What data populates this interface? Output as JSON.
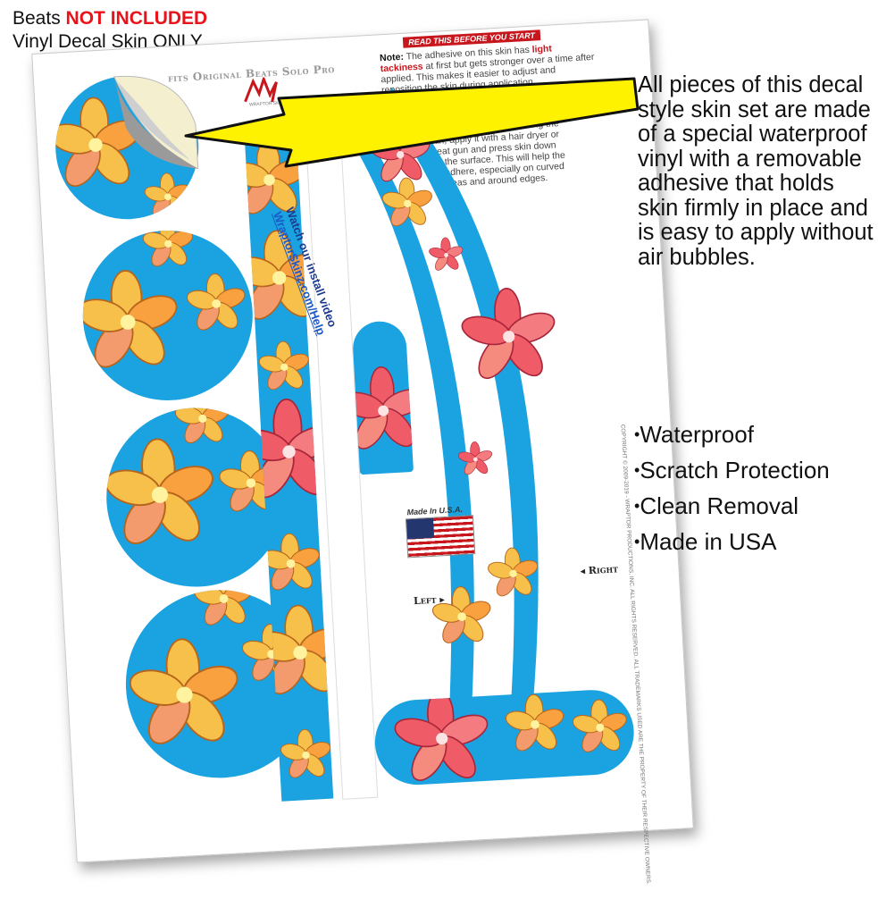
{
  "corner_label": {
    "line1_prefix": "Beats",
    "line1_emphasis": "NOT INCLUDED",
    "line2": "Vinyl Decal Skin ONLY"
  },
  "sheet": {
    "header": "fits Original Beats Solo Pro",
    "logo_text": "WRAPTOR SKINZ",
    "instructions": {
      "title": "READ THIS BEFORE YOU START",
      "note_label": "Note:",
      "note_text_1": "The adhesive on this skin has",
      "note_highlight": "light tackiness",
      "note_text_2": "at first but gets stronger over a time after applied. This makes it easier to adjust and reposition the skin during application.",
      "clean_text": "Clean surface you are about to apply the skin to before application. After positioning the skin, apply it with a hair dryer or heat gun and press skin down onto the surface. This will help the skin adhere, especially on curved areas and around edges."
    },
    "install": {
      "line1": "Watch our install video",
      "line2": "WraptorSkinz.com/Help"
    },
    "made_in": "Made In U.S.A.",
    "left_label": "Left",
    "right_label": "Right",
    "copyright": "COPYRIGHT © 2009-2019 - WRAPTOR PRODUCTIONS, INC. ALL RIGHTS RESERVED. ALL TRADEMARKS USED ARE THE PROPERTY OF THEIR RESPECTIVE OWNERS."
  },
  "callout": {
    "text": "All pieces of this decal style  skin set are made of a special waterproof vinyl with a removable adhesive that holds skin firmly in place and is easy to apply without air bubbles."
  },
  "features": [
    "Waterproof",
    "Scratch Protection",
    "Clean Removal",
    "Made in USA"
  ],
  "colors": {
    "decal_blue": "#1aa3e0",
    "flower_yellow": "#f6b93b",
    "flower_pink": "#e8505b",
    "arrow_yellow": "#fff200",
    "emphasis_red": "#e8141b"
  }
}
